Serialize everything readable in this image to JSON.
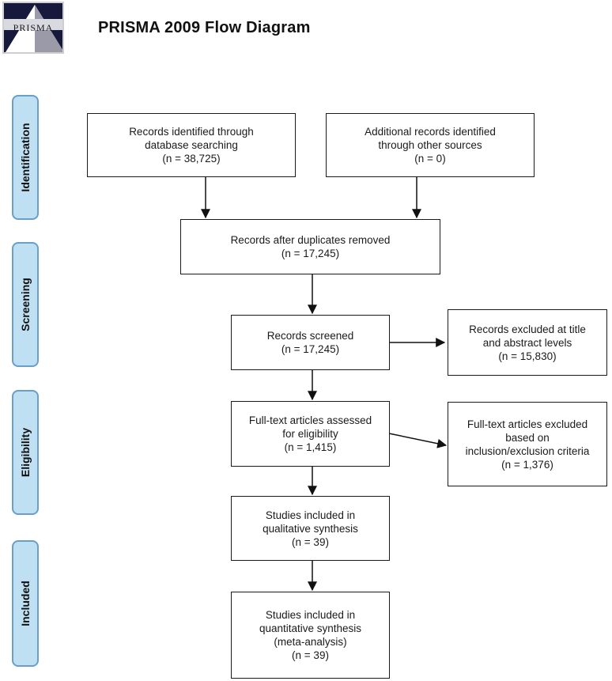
{
  "logo": {
    "text": "PRISMA"
  },
  "title": "PRISMA 2009 Flow Diagram",
  "stages": {
    "identification": "Identification",
    "screening": "Screening",
    "eligibility": "Eligibility",
    "included": "Included"
  },
  "boxes": {
    "database": [
      "Records identified through",
      "database searching",
      "(n = 38,725)"
    ],
    "other_sources": [
      "Additional records identified",
      "through other sources",
      "(n = 0)"
    ],
    "after_duplicates": [
      "Records after duplicates removed",
      "(n = 17,245)"
    ],
    "screened": [
      "Records screened",
      "(n = 17,245)"
    ],
    "excluded_title": [
      "Records excluded at title",
      "and abstract levels",
      "(n = 15,830)"
    ],
    "fulltext_assessed": [
      "Full-text articles assessed",
      "for eligibility",
      "(n = 1,415)"
    ],
    "fulltext_excluded": [
      "Full-text articles excluded",
      "based on",
      "inclusion/exclusion criteria",
      "(n = 1,376)"
    ],
    "qualitative": [
      "Studies included in",
      "qualitative synthesis",
      "(n = 39)"
    ],
    "quantitative": [
      "Studies included in",
      "quantitative synthesis",
      "(meta-analysis)",
      "(n = 39)"
    ]
  }
}
